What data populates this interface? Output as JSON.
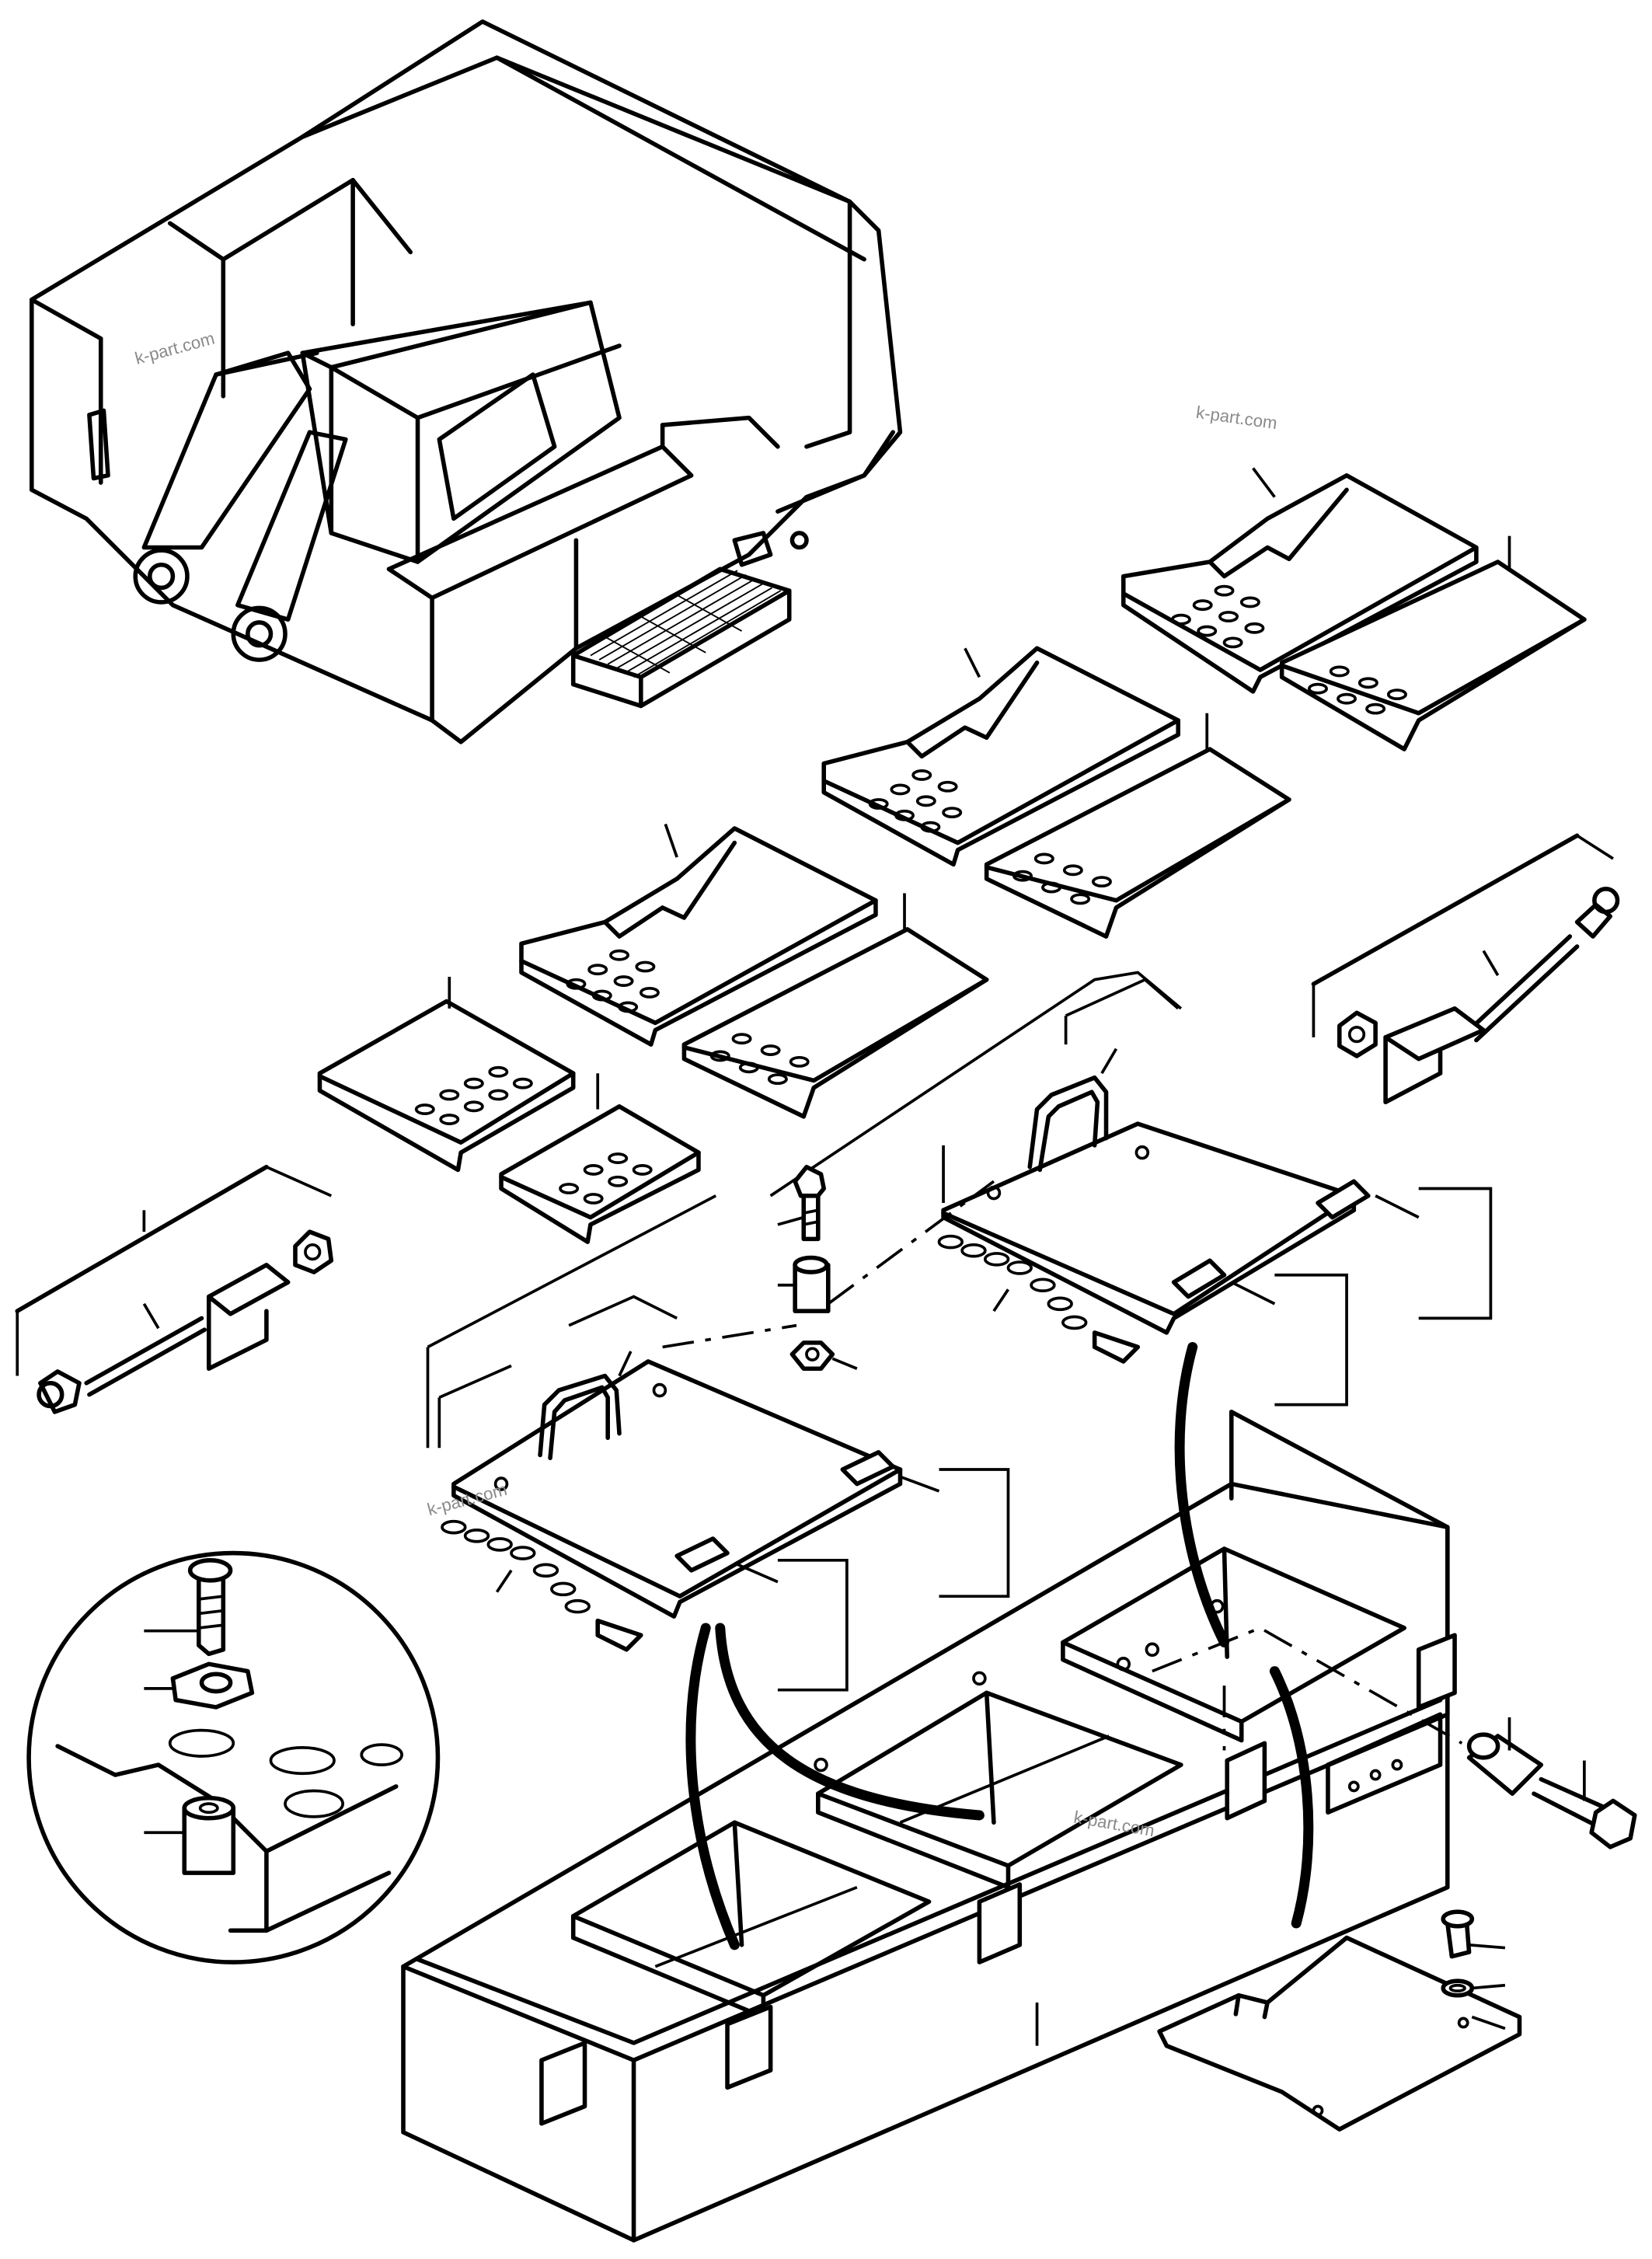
{
  "watermarks": [
    {
      "id": "wm1",
      "text": "k-part.com"
    },
    {
      "id": "wm2",
      "text": "k-part.com"
    },
    {
      "id": "wm3",
      "text": "k-part.com"
    },
    {
      "id": "wm4",
      "text": "k-part.com"
    }
  ],
  "parts": [
    "machine-assembly",
    "grating-plate-upper-right",
    "grating-plate-upper-middle",
    "grating-plate-upper-left",
    "step-plates",
    "tie-rod-assembly-right",
    "tie-rod-assembly-left",
    "cover-plate-right",
    "cover-plate-left",
    "chain",
    "bolt-spacer-nut",
    "tool-box",
    "bottom-plate",
    "fastener-detail"
  ]
}
